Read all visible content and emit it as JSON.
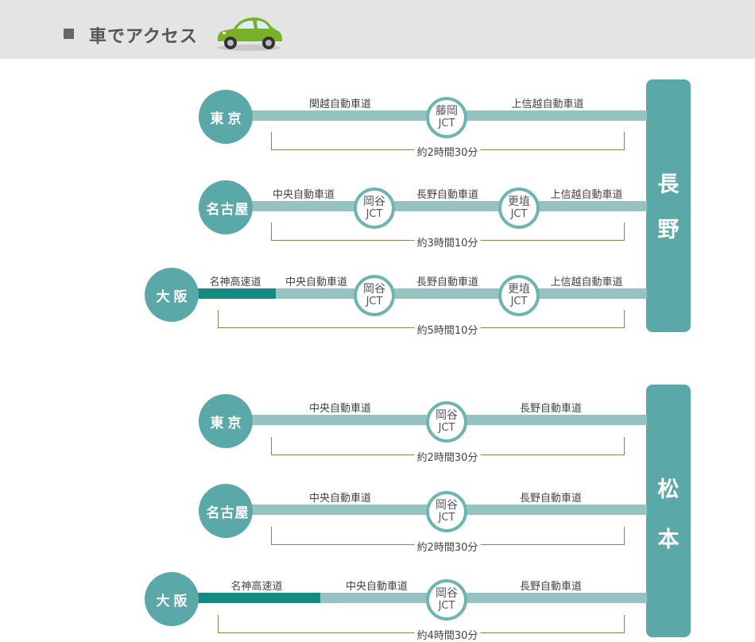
{
  "header": {
    "title": "車でアクセス",
    "car_icon": "car-icon"
  },
  "colors": {
    "teal": "#5aa9a8",
    "line_light": "#95c3c1",
    "line_dark": "#138a82",
    "jct_border": "#6db5b2",
    "bracket": "#8a8254"
  },
  "nagano": {
    "dest_chars": [
      "長",
      "野"
    ],
    "routes": [
      {
        "city": "東京",
        "roads": [
          "関越自動車道",
          "上信越自動車道"
        ],
        "jcts": [
          "藤岡"
        ],
        "time": "約2時間30分"
      },
      {
        "city": "名古屋",
        "roads": [
          "中央自動車道",
          "長野自動車道",
          "上信越自動車道"
        ],
        "jcts": [
          "岡谷",
          "更埴"
        ],
        "time": "約3時間10分"
      },
      {
        "city": "大阪",
        "roads": [
          "名神高速道",
          "中央自動車道",
          "長野自動車道",
          "上信越自動車道"
        ],
        "jcts": [
          "岡谷",
          "更埴"
        ],
        "time": "約5時間10分"
      }
    ]
  },
  "matsumoto": {
    "dest_chars": [
      "松",
      "本"
    ],
    "routes": [
      {
        "city": "東京",
        "roads": [
          "中央自動車道",
          "長野自動車道"
        ],
        "jcts": [
          "岡谷"
        ],
        "time": "約2時間30分"
      },
      {
        "city": "名古屋",
        "roads": [
          "中央自動車道",
          "長野自動車道"
        ],
        "jcts": [
          "岡谷"
        ],
        "time": "約2時間30分"
      },
      {
        "city": "大阪",
        "roads": [
          "名神高速道",
          "中央自動車道",
          "長野自動車道"
        ],
        "jcts": [
          "岡谷"
        ],
        "time": "約4時間30分"
      }
    ]
  },
  "jct_label": "JCT"
}
